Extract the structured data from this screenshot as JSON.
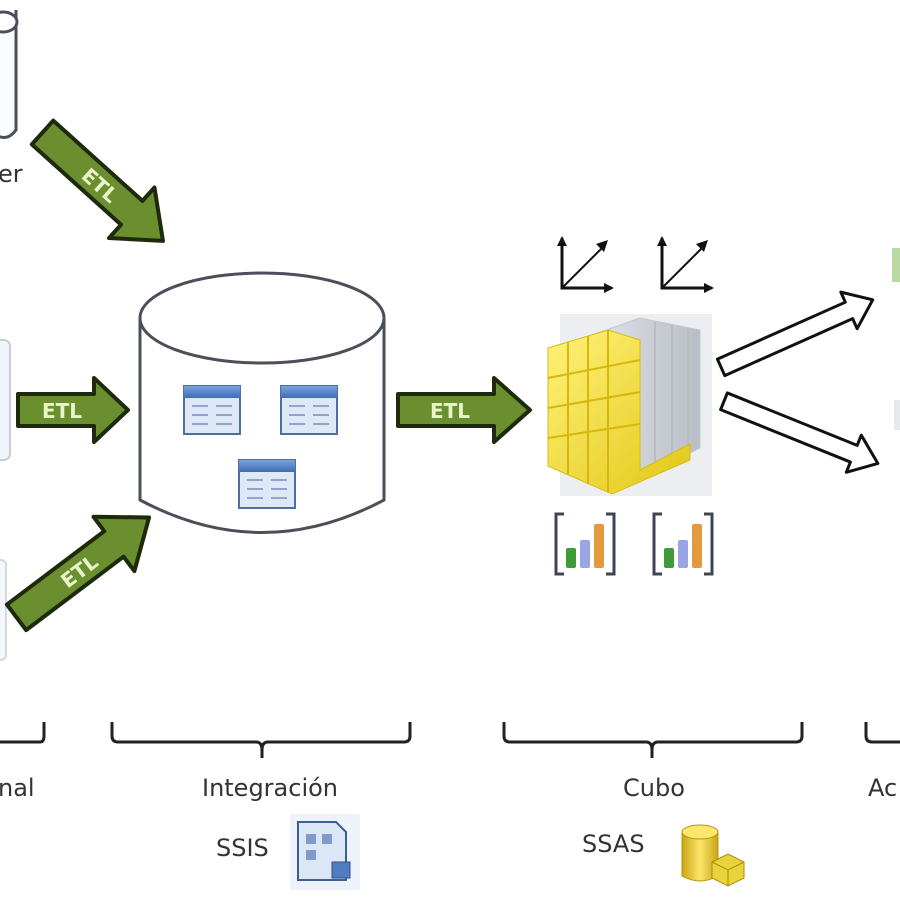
{
  "diagram": {
    "title": "BI architecture: ETL to data warehouse to cube",
    "etl_label": "ETL",
    "sources": [
      {
        "id": "source-top",
        "partial_label": "er"
      },
      {
        "id": "source-middle",
        "partial_label": ""
      },
      {
        "id": "source-bottom",
        "partial_label": ""
      }
    ],
    "stages": [
      {
        "id": "origen",
        "label": "nal",
        "tool": ""
      },
      {
        "id": "integracion",
        "label": "Integración",
        "tool": "SSIS"
      },
      {
        "id": "cubo",
        "label": "Cubo",
        "tool": "SSAS"
      },
      {
        "id": "acceso",
        "label": "Ac",
        "tool": ""
      }
    ],
    "warehouse_tables": 3,
    "cube_dimensions_icons": 2,
    "cube_measure_icons": 2,
    "colors": {
      "etl_arrow": "#6b8e2f",
      "etl_text": "#e9f5c8",
      "outline": "#3a3a3a",
      "cylinder_stroke": "#4a4f5a",
      "cube_yellow": "#f3e23a",
      "cube_gray": "#cfd3d8",
      "table_header": "#5b86c5",
      "table_body": "#dfe8f6"
    }
  }
}
